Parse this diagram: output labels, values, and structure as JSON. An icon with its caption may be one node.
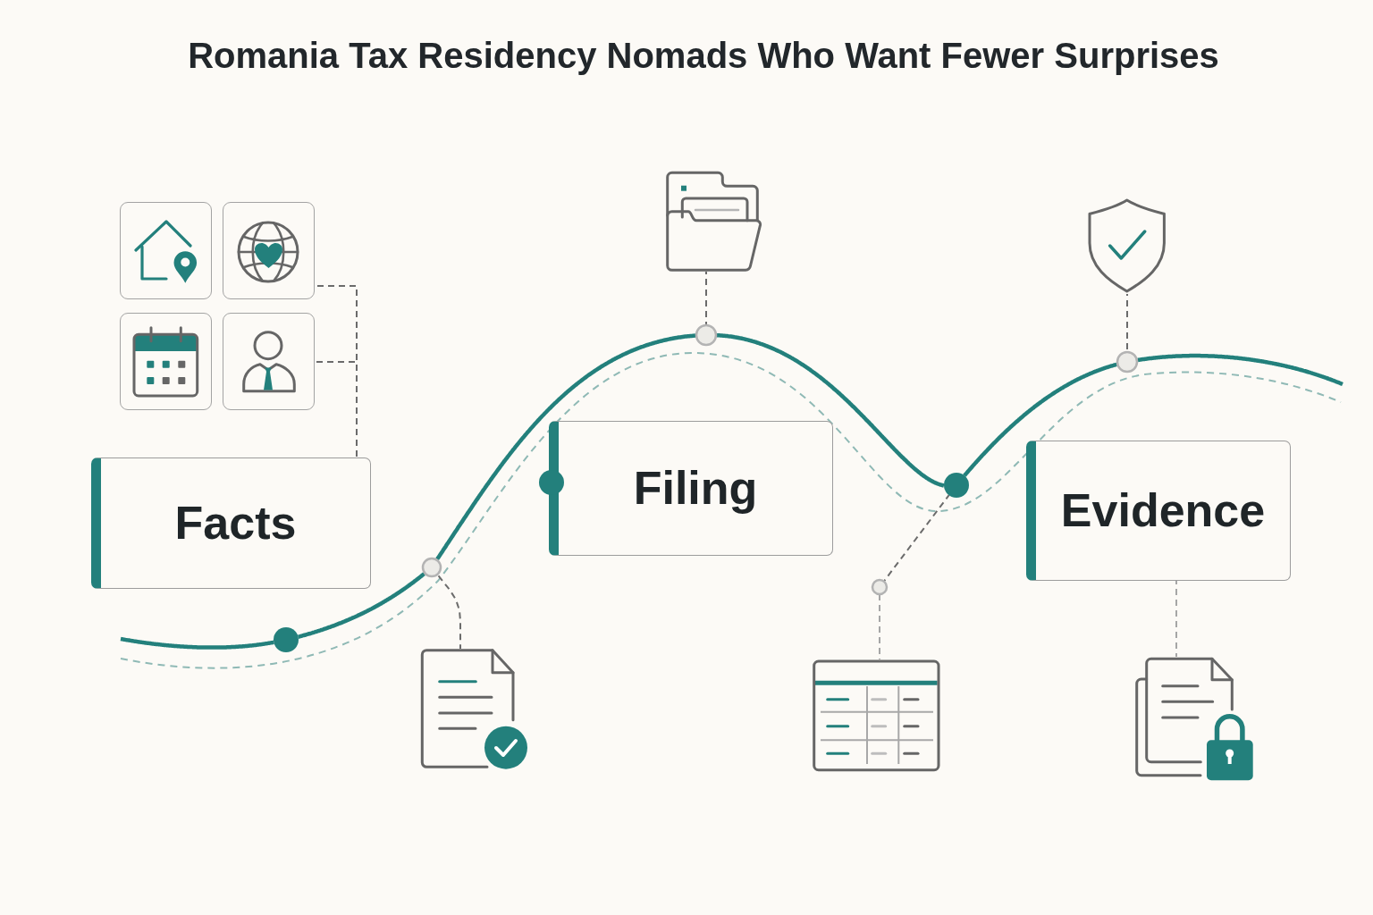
{
  "diagram": {
    "title": "Romania Tax Residency Nomads Who Want Fewer Surprises",
    "nodes": [
      {
        "text": [],
        "shape": "picture"
      },
      {
        "text": [],
        "shape": "picture"
      },
      {
        "text": [],
        "shape": "picture"
      },
      {
        "text": [],
        "shape": "picture"
      },
      {
        "text": [
          "Facts"
        ]
      },
      {
        "text": [],
        "shape": "circle"
      },
      {
        "text": [],
        "shape": "circle"
      },
      {
        "text": [],
        "shape": "picture"
      },
      {
        "text": [
          "Filing"
        ]
      },
      {
        "text": [],
        "shape": "picture"
      },
      {
        "text": [],
        "shape": "circle"
      },
      {
        "text": [],
        "shape": "circle"
      },
      {
        "text": [],
        "shape": "circle"
      },
      {
        "text": [],
        "shape": "picture"
      },
      {
        "text": [],
        "shape": "circle"
      },
      {
        "text": [],
        "shape": "picture"
      },
      {
        "text": [
          "Evidence"
        ]
      },
      {
        "text": [],
        "shape": "picture"
      }
    ],
    "edges": [
      {
        "from": 1,
        "to": 4,
        "arrow": "none",
        "style": "dashed"
      },
      {
        "from": 3,
        "to": 4,
        "arrow": "none",
        "style": "dashed"
      },
      {
        "from": 7,
        "to": 6,
        "arrow": "none",
        "style": "dashed"
      },
      {
        "from": 9,
        "to": 10,
        "arrow": "none",
        "style": "dashed"
      },
      {
        "from": 13,
        "to": 12,
        "arrow": "none",
        "style": "dashed",
        "color": "#a6a6a6"
      },
      {
        "from": 12,
        "to": 11,
        "arrow": "none",
        "style": "dashed"
      },
      {
        "from": 15,
        "to": 14,
        "arrow": "none",
        "style": "dashed"
      },
      {
        "from": 17,
        "to": 16,
        "arrow": "none",
        "style": "dashed",
        "color": "#a6a6a6"
      },
      {
        "from": null,
        "to": 5,
        "arrow": "none",
        "style": "thick",
        "color": "#23807c"
      },
      {
        "from": 5,
        "to": 6,
        "arrow": "none",
        "style": "thick",
        "color": "#23807c"
      },
      {
        "from": 6,
        "to": 10,
        "arrow": "none",
        "style": "thick",
        "color": "#23807c"
      },
      {
        "from": 10,
        "to": 11,
        "arrow": "none",
        "style": "thick",
        "color": "#23807c"
      },
      {
        "from": 11,
        "to": 14,
        "arrow": "none",
        "style": "thick",
        "color": "#23807c"
      },
      {
        "from": 14,
        "to": null,
        "arrow": "none",
        "style": "thick",
        "color": "#23807c"
      }
    ]
  }
}
